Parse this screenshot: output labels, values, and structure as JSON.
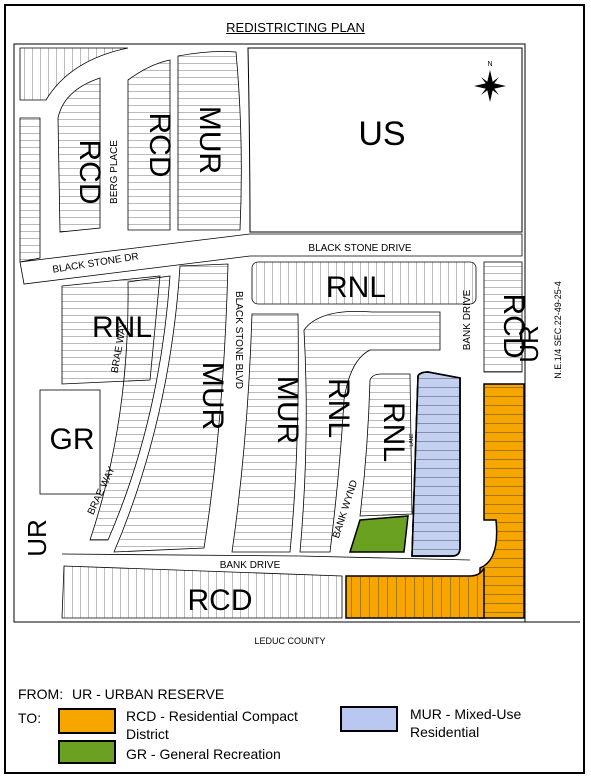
{
  "title": "REDISTRICTING PLAN",
  "compass_label": "N",
  "section_label": "N.E.1/4 SEC.22-49-25-4",
  "zones": {
    "us": "US",
    "rcd": "RCD",
    "mur": "MUR",
    "rnl": "RNL",
    "gr": "GR",
    "ur": "UR"
  },
  "streets": {
    "black_stone_drive": "BLACK STONE DRIVE",
    "black_stone_dr": "BLACK STONE DR",
    "black_stone_blvd": "BLACK STONE BLVD",
    "berg_place": "BERG PLACE",
    "brae_way": "BRAE WAY",
    "bank_drive": "BANK DRIVE",
    "bank_wynd": "BANK WYND",
    "lane": "LANE",
    "leduc_county": "LEDUC COUNTY"
  },
  "colors": {
    "rcd": "#f7a600",
    "gr": "#6aa121",
    "mur": "#b9c8f0"
  },
  "legend": {
    "from_label": "FROM:",
    "from_value": "UR - URBAN RESERVE",
    "to_label": "TO:",
    "rcd_line1": "RCD - Residential Compact",
    "rcd_line2": "District",
    "mur_line1": "MUR - Mixed-Use",
    "mur_line2": "Residential",
    "gr": "GR - General Recreation"
  }
}
